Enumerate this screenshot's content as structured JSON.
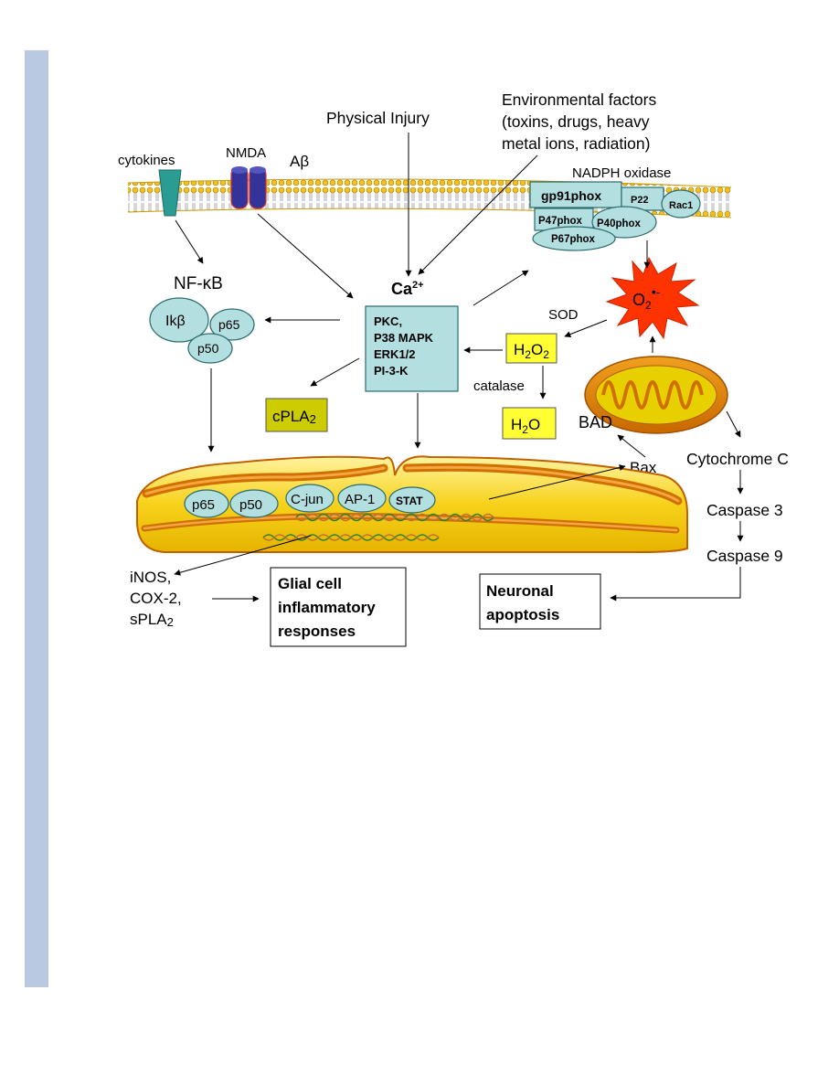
{
  "labels": {
    "environmental_line1": "Environmental factors",
    "environmental_line2": "(toxins, drugs, heavy",
    "environmental_line3": "metal ions, radiation)",
    "physical_injury": "Physical Injury",
    "cytokines": "cytokines",
    "nmda": "NMDA",
    "abeta": "Aβ",
    "nadph_oxidase": "NADPH oxidase",
    "nfkb": "NF-κB",
    "ca_base": "Ca",
    "ca_sup": "2+",
    "sod": "SOD",
    "catalase": "catalase",
    "bad": "BAD",
    "bax": "Bax",
    "cytochrome_c": "Cytochrome C",
    "caspase3": "Caspase 3",
    "caspase9": "Caspase 9",
    "inos": "iNOS,",
    "cox2": "COX-2,",
    "spla2_base": "sPLA",
    "spla2_sub": "2"
  },
  "nadph_subunits": {
    "gp91": "gp91phox",
    "p22": "P22",
    "rac1": "Rac1",
    "p47": "P47phox",
    "p40": "P40phox",
    "p67": "P67phox"
  },
  "kinase_box": [
    "PKC,",
    "P38 MAPK",
    "ERK1/2",
    "PI-3-K"
  ],
  "ikb_complex": {
    "ikb": "Ikβ",
    "p65": "p65",
    "p50": "p50"
  },
  "cpla2": {
    "base": "cPLA",
    "sub": "2"
  },
  "h2o2": {
    "h": "H",
    "sub1": "2",
    "o": "O",
    "sub2": "2"
  },
  "h2o": {
    "h": "H",
    "sub": "2",
    "o": "O"
  },
  "superoxide": {
    "o": "O",
    "sub": "2",
    "charge": "•-"
  },
  "nucleus_factors": {
    "p65": "p65",
    "p50": "p50",
    "cjun": "C-jun",
    "ap1": "AP-1",
    "stat": "STAT"
  },
  "outcomes": {
    "glial_line1": "Glial cell",
    "glial_line2": "inflammatory",
    "glial_line3": "responses",
    "neuronal_line1": "Neuronal",
    "neuronal_line2": "apoptosis"
  },
  "colors": {
    "sidebar": "#b8c9e1",
    "protein_fill": "#b3dfe0",
    "yellow_box": "#ffff33",
    "olive_box": "#cccc00",
    "burst": "#ff3300",
    "mito_orange": "#e07b00",
    "nucleus_yellow": "#f2c200",
    "receptor_teal": "#2a9c93",
    "nmda_blue": "#333399"
  }
}
